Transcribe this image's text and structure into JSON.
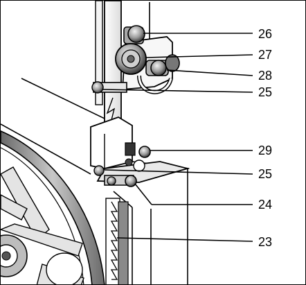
{
  "figure": {
    "callouts": [
      "26",
      "27",
      "28",
      "25",
      "29",
      "25",
      "24",
      "23"
    ]
  },
  "colors": {
    "line": "#000000",
    "steel": "#9a9a9a",
    "steel_light": "#d9d9d9",
    "steel_dark": "#555555",
    "background": "#ffffff"
  }
}
